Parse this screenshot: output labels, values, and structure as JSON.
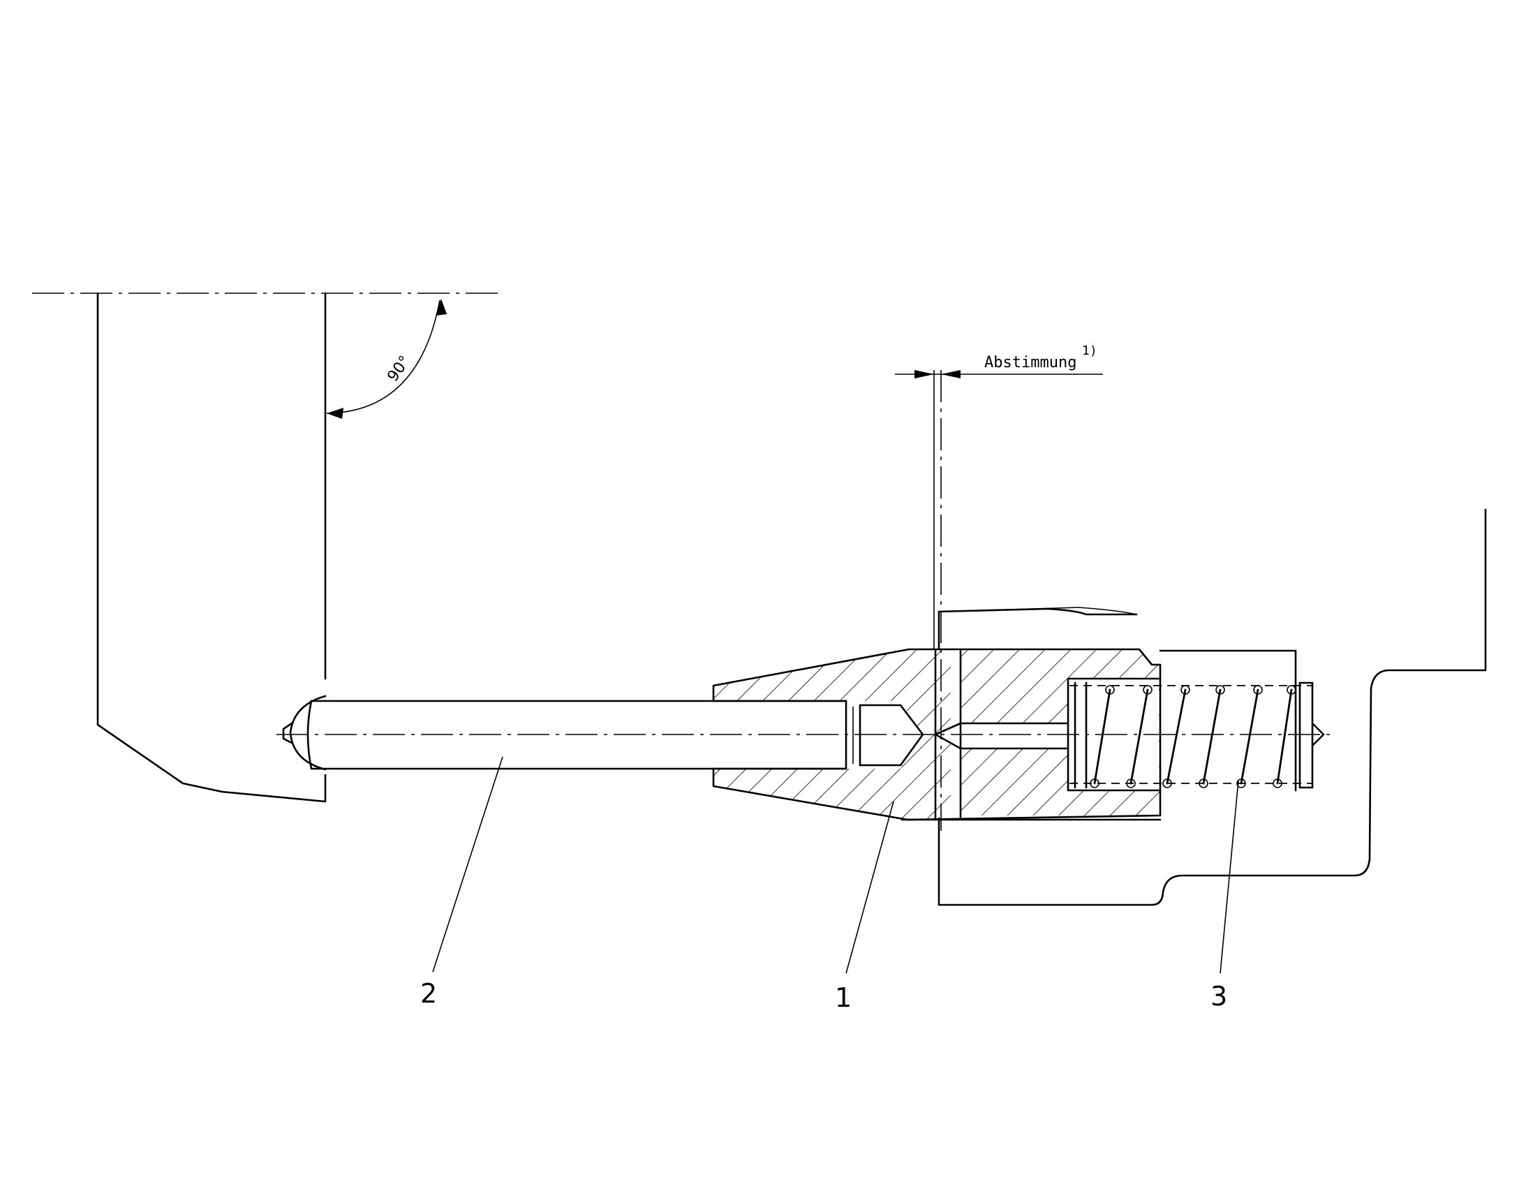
{
  "labels": {
    "part_1": "1",
    "part_2": "2",
    "part_3": "3"
  },
  "annotations": {
    "angle": "90°",
    "dimension_note": "Abstimmung",
    "footnote_ref": "1)"
  }
}
